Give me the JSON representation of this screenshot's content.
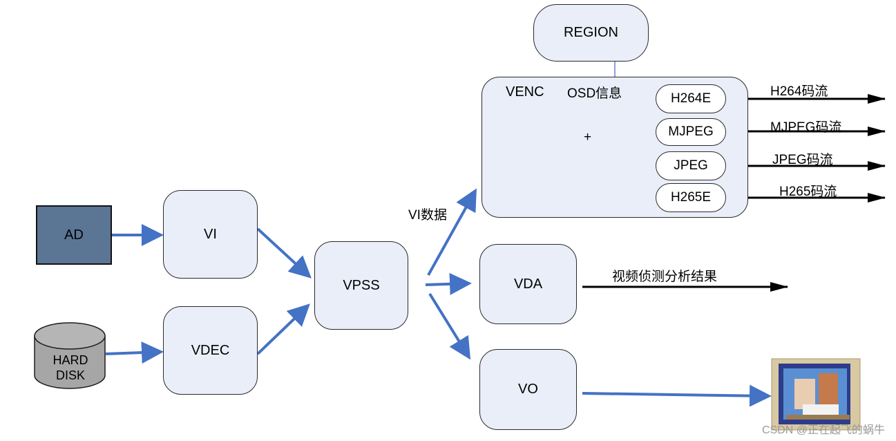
{
  "nodes": {
    "ad": "AD",
    "hard_disk": "HARD\nDISK",
    "vi": "VI",
    "vdec": "VDEC",
    "vpss": "VPSS",
    "venc": "VENC",
    "region": "REGION",
    "vda": "VDA",
    "vo": "VO",
    "h264e": "H264E",
    "mjpeg": "MJPEG",
    "jpeg": "JPEG",
    "h265e": "H265E"
  },
  "labels": {
    "osd": "OSD信息",
    "plus": "+",
    "vi_data": "VI数据",
    "h264_stream": "H264码流",
    "mjpeg_stream": "MJPEG码流",
    "jpeg_stream": "JPEG码流",
    "h265_stream": "H265码流",
    "vda_result": "视频侦测分析结果"
  },
  "watermark": "CSDN @正在起飞的蜗牛",
  "colors": {
    "node_fill": "#e9eef8",
    "ad_fill": "#5b7595",
    "arrow_blue": "#4472c4",
    "arrow_black": "#000000",
    "disk_fill": "#a6a6a6"
  }
}
